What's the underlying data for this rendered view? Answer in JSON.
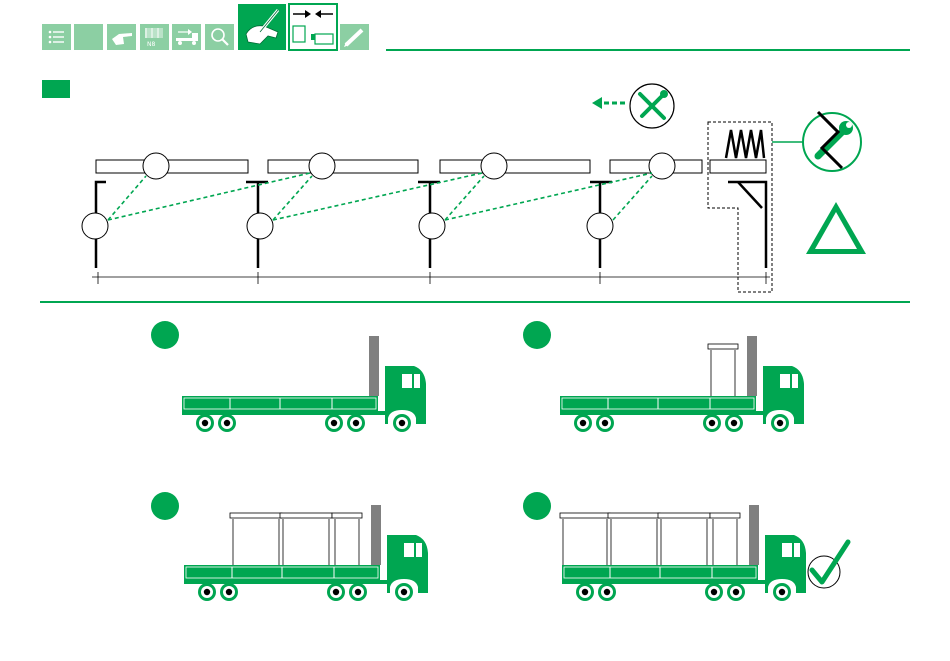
{
  "colors": {
    "primary": "#00a651",
    "secondary": "#8ccfa3",
    "active": "#00a651",
    "stroke": "#000000",
    "paper": "#ffffff"
  },
  "toolbar": {
    "items": [
      {
        "icon": "list-icon",
        "state": "inactive"
      },
      {
        "icon": "blank-icon",
        "state": "inactive"
      },
      {
        "icon": "pointing-hand-icon",
        "state": "inactive"
      },
      {
        "icon": "barcode-icon",
        "state": "inactive"
      },
      {
        "icon": "truck-loading-icon",
        "state": "inactive"
      },
      {
        "icon": "magnifier-icon",
        "state": "inactive"
      },
      {
        "icon": "hand-with-pen-icon",
        "state": "active"
      },
      {
        "icon": "alignment-arrows-icon",
        "state": "active"
      },
      {
        "icon": "pencil-icon",
        "state": "inactive"
      }
    ],
    "barcode_text": "N8"
  },
  "diagram": {
    "section_badge": "section-marker",
    "tool_icon": "wrench-screwdriver-icon",
    "broken_tool_icon": "broken-wrench-icon",
    "warning_icon": "warning-triangle-icon",
    "segments": 5,
    "support_posts": 5
  },
  "steps": [
    {
      "load_count": 0,
      "icon": "step-marker"
    },
    {
      "load_count": 1,
      "icon": "step-marker"
    },
    {
      "load_count": 3,
      "icon": "step-marker"
    },
    {
      "load_count": 4,
      "icon": "step-marker",
      "result_icon": "checkmark-icon"
    }
  ]
}
